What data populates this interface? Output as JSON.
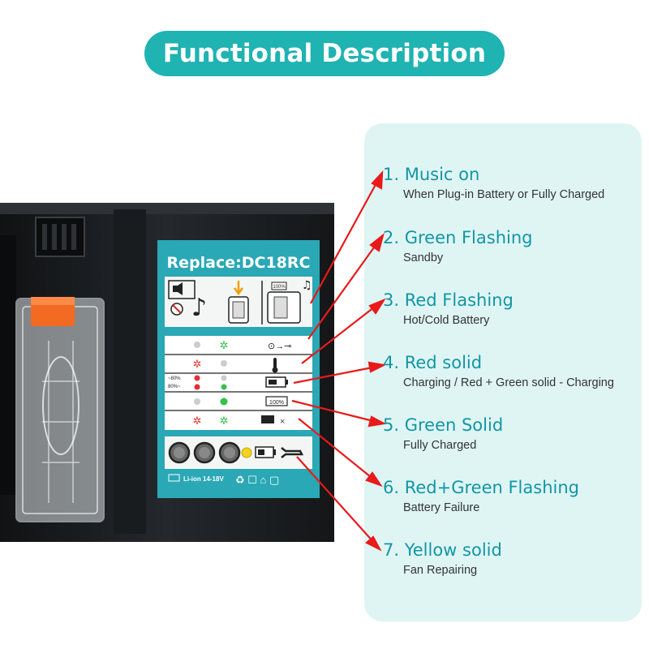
{
  "title": "Functional Description",
  "device": {
    "plate": "Replace:DC18RC",
    "rating": "Li-ion 14-18V",
    "pct_low": "~80%",
    "pct_high": "80%~",
    "full_badge": "100%",
    "replace_tag": "Replace"
  },
  "items": [
    {
      "head": "1. Music on",
      "sub": "When Plug-in Battery or Fully Charged"
    },
    {
      "head": "2. Green Flashing",
      "sub": "Sandby"
    },
    {
      "head": "3. Red Flashing",
      "sub": "Hot/Cold Battery"
    },
    {
      "head": "4. Red solid",
      "sub": "Charging / Red + Green solid - Charging"
    },
    {
      "head": "5. Green Solid",
      "sub": "Fully Charged"
    },
    {
      "head": "6. Red+Green Flashing",
      "sub": "Battery Failure"
    },
    {
      "head": "7. Yellow solid",
      "sub": "Fan Repairing"
    }
  ],
  "colors": {
    "accent": "#1fb3b2",
    "heading": "#1296a5",
    "panel": "#dff5f4",
    "arrow": "#e81a1a",
    "led_red": "#e23030",
    "led_green": "#33c24a",
    "led_yellow": "#f3d21c"
  },
  "icons": [
    "speaker-icon",
    "mute-icon",
    "music-note-icon",
    "thermometer-icon",
    "battery-icon",
    "plug-icon",
    "wrench-icon",
    "recycle-icon"
  ]
}
